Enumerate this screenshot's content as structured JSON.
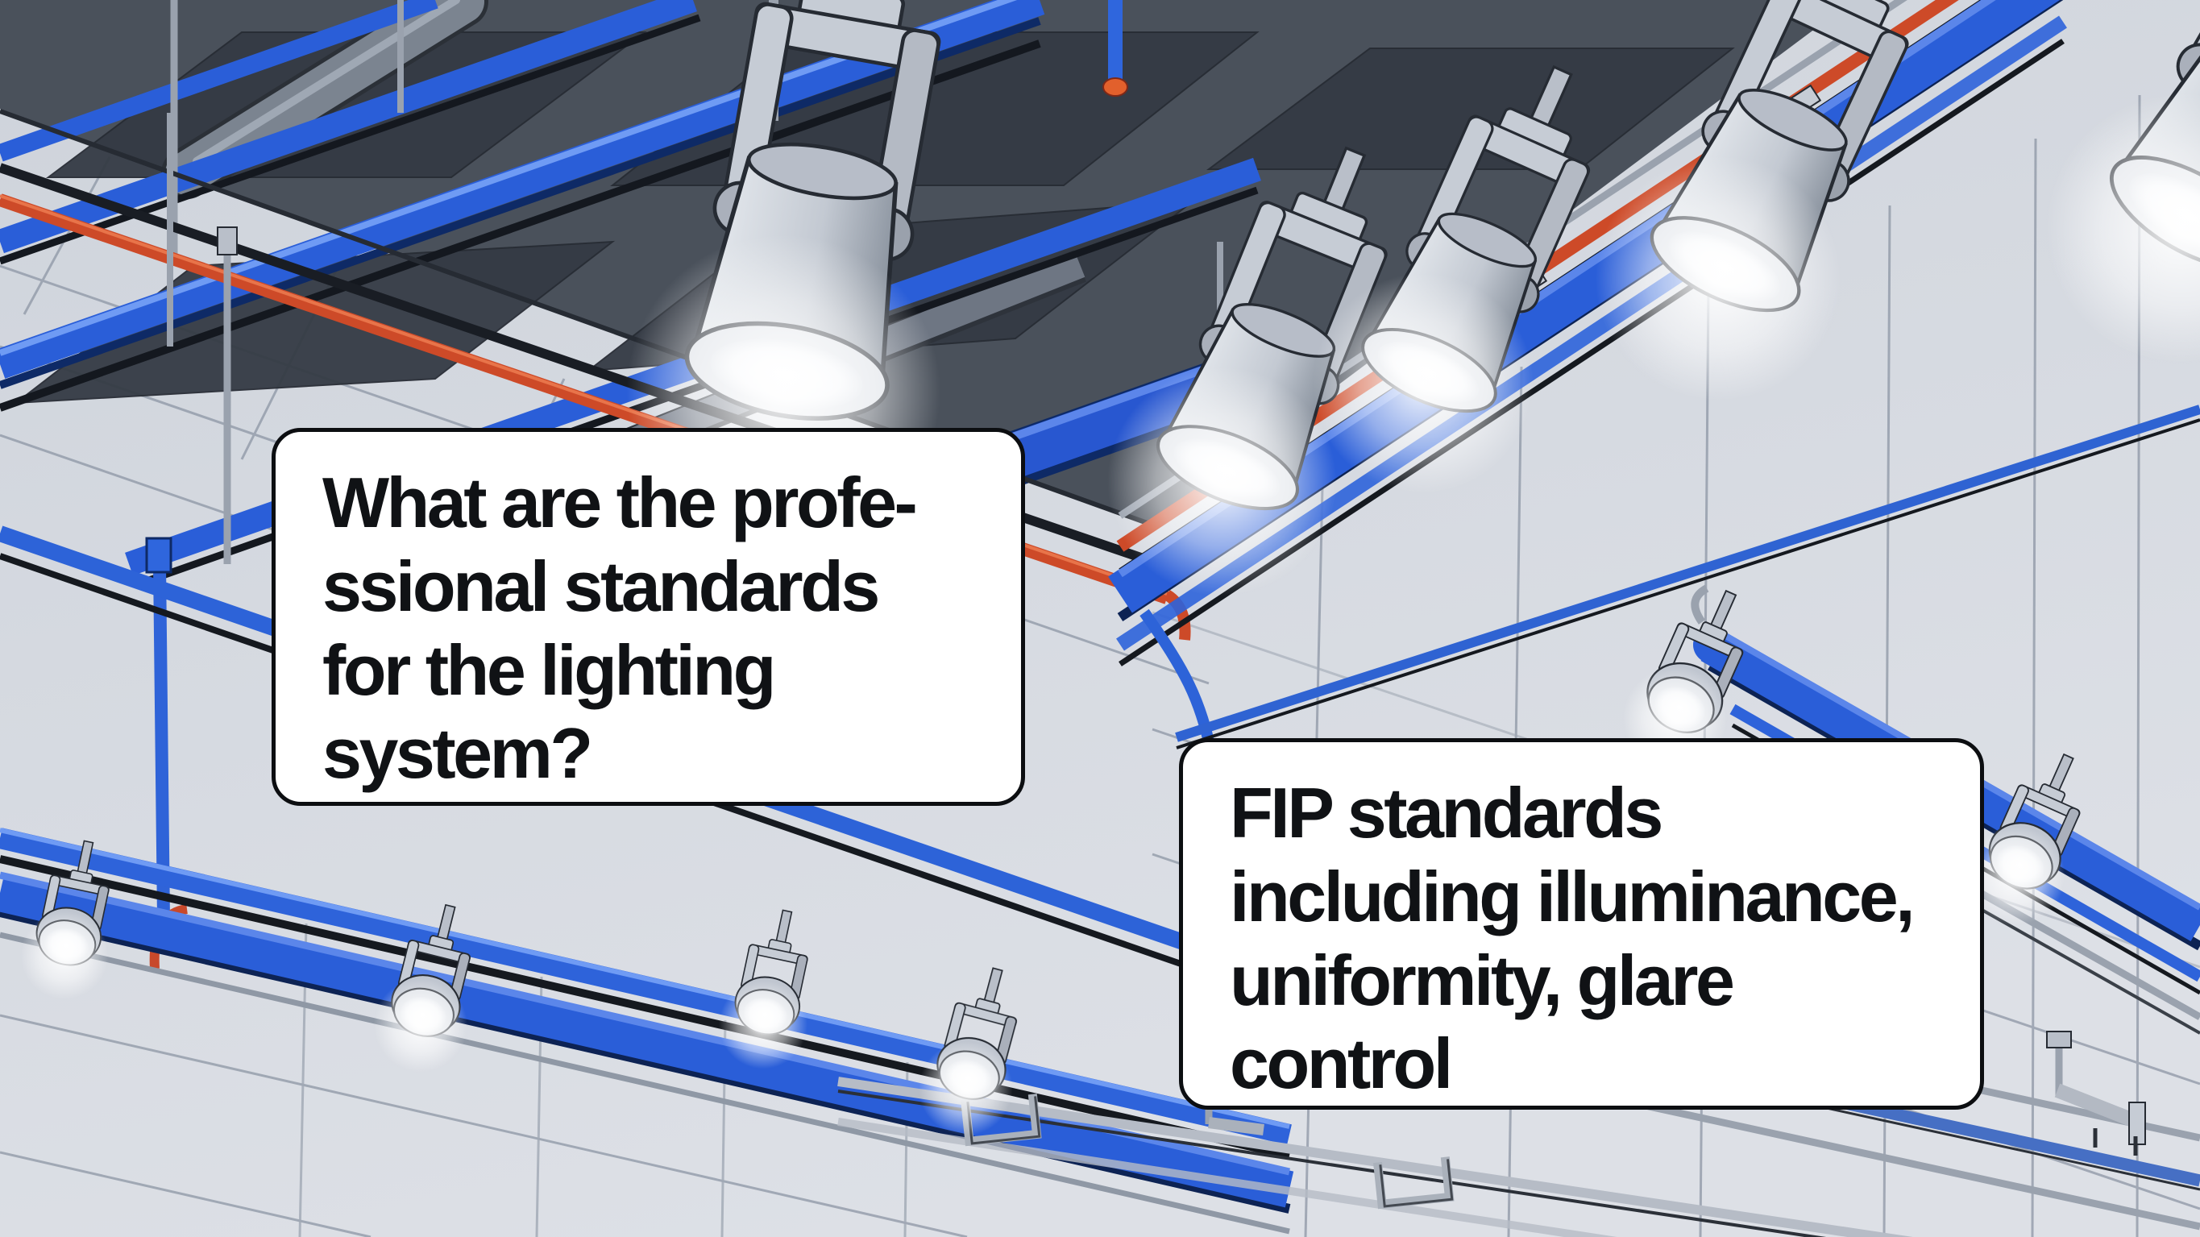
{
  "bubbles": {
    "question": {
      "lines": [
        "What are the profe-",
        "ssional standards",
        "for the lighting",
        "system?"
      ]
    },
    "answer": {
      "lines": [
        "FIP standards",
        "including illuminance,",
        "uniformity, glare",
        "control"
      ]
    }
  },
  "palette": {
    "pipe_blue": "#2a5ed8",
    "pipe_blue_highlight": "#5b86ea",
    "pipe_blue_shadow": "#0d2354",
    "conduit_red": "#cd4a28",
    "cable_black": "#15191f",
    "ceiling_dark": "#4a515b",
    "ceiling_panel": "#343a44",
    "wall_light": "#d4d8df",
    "fixture_grey": "#c6ccd5",
    "outline_dark": "#262b33",
    "lamp_glow": "#ffffff",
    "bubble_bg": "#ffffff",
    "bubble_border": "#0c0e11",
    "bubble_text": "#101215"
  }
}
